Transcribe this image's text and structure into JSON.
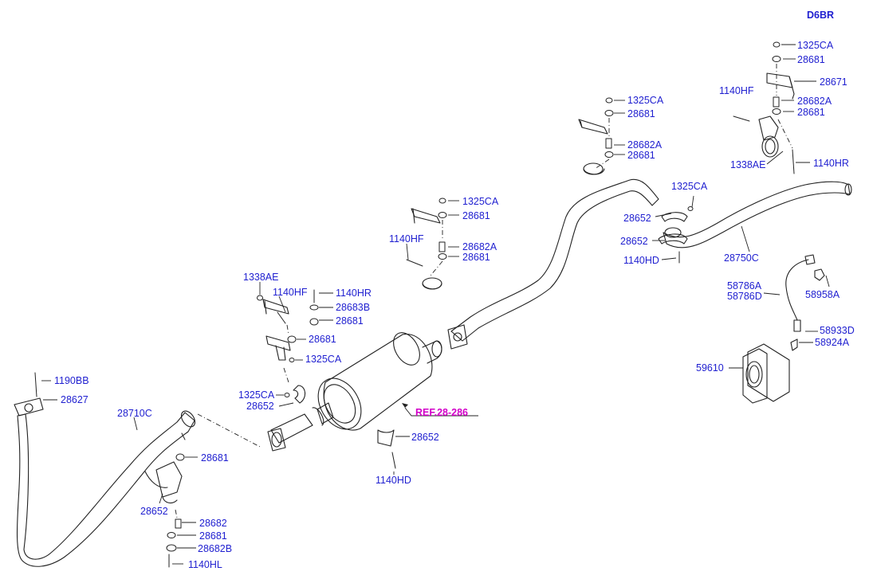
{
  "colors": {
    "label": "#1f1fd0",
    "line": "#222222",
    "ref": "#d200c8",
    "background": "#ffffff"
  },
  "diagram_code": "D6BR",
  "labels": {
    "l1325ca_a": "1325CA",
    "l28681_a": "28681",
    "l28671": "28671",
    "l1140hf_a": "1140HF",
    "l28682a_a": "28682A",
    "l28681_b": "28681",
    "l1338ae_a": "1338AE",
    "l1140hr_a": "1140HR",
    "l1325ca_b": "1325CA",
    "l28681_c": "28681",
    "l28682a_b": "28682A",
    "l28681_d": "28681",
    "l1325ca_c": "1325CA",
    "l28652_a": "28652",
    "l28652_b": "28652",
    "l1140hd_a": "1140HD",
    "l28750c": "28750C",
    "l1325ca_d": "1325CA",
    "l28681_e": "28681",
    "l1140hf_b": "1140HF",
    "l28682a_c": "28682A",
    "l28681_f": "28681",
    "l1338ae_b": "1338AE",
    "l1140hf_c": "1140HF",
    "l1140hr_b": "1140HR",
    "l28683b": "28683B",
    "l28681_g": "28681",
    "l28681_h": "28681",
    "l1325ca_e": "1325CA",
    "l1325ca_f": "1325CA",
    "l28652_c": "28652",
    "l58786a": "58786A",
    "l58786d": "58786D",
    "l58958a": "58958A",
    "l58933d": "58933D",
    "l58924a": "58924A",
    "l59610": "59610",
    "l1190bb": "1190BB",
    "l28627": "28627",
    "l28710c": "28710C",
    "l28681_i": "28681",
    "l28652_d": "28652",
    "l28682": "28682",
    "l28681_j": "28681",
    "l28682b": "28682B",
    "l1140hl": "1140HL",
    "l28652_e": "28652",
    "l1140hd_b": "1140HD",
    "ref": "REF.28-286"
  }
}
